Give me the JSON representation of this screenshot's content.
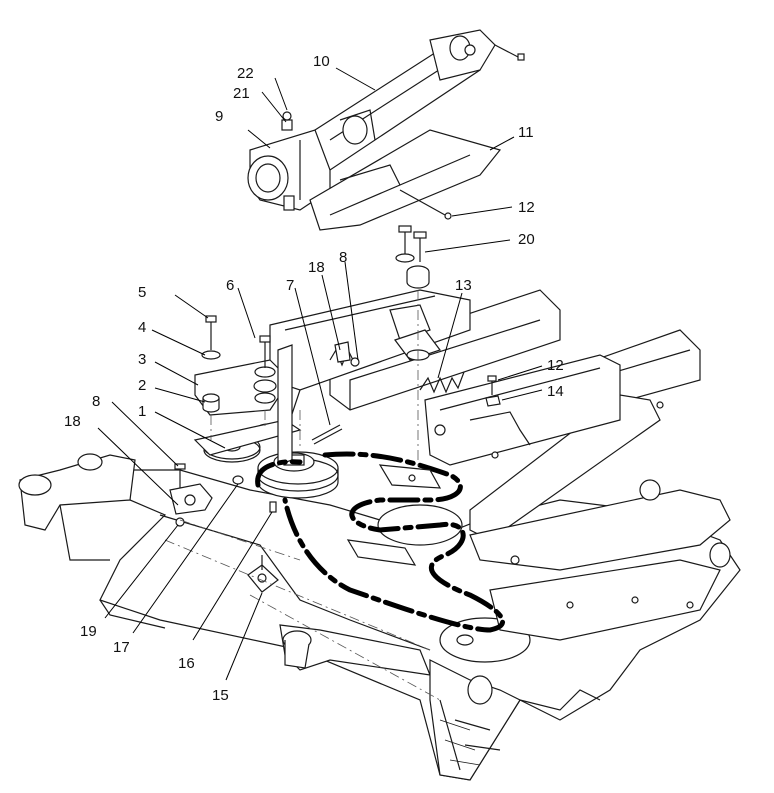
{
  "diagram": {
    "callouts": [
      {
        "id": "c1",
        "label": "1"
      },
      {
        "id": "c2",
        "label": "2"
      },
      {
        "id": "c3",
        "label": "3"
      },
      {
        "id": "c4",
        "label": "4"
      },
      {
        "id": "c5",
        "label": "5"
      },
      {
        "id": "c6",
        "label": "6"
      },
      {
        "id": "c7",
        "label": "7"
      },
      {
        "id": "c8a",
        "label": "8"
      },
      {
        "id": "c8b",
        "label": "8"
      },
      {
        "id": "c9",
        "label": "9"
      },
      {
        "id": "c10",
        "label": "10"
      },
      {
        "id": "c11",
        "label": "11"
      },
      {
        "id": "c12a",
        "label": "12"
      },
      {
        "id": "c12b",
        "label": "12"
      },
      {
        "id": "c13",
        "label": "13"
      },
      {
        "id": "c14",
        "label": "14"
      },
      {
        "id": "c15",
        "label": "15"
      },
      {
        "id": "c16",
        "label": "16"
      },
      {
        "id": "c17",
        "label": "17"
      },
      {
        "id": "c18a",
        "label": "18"
      },
      {
        "id": "c18b",
        "label": "18"
      },
      {
        "id": "c19",
        "label": "19"
      },
      {
        "id": "c20",
        "label": "20"
      },
      {
        "id": "c21",
        "label": "21"
      },
      {
        "id": "c22",
        "label": "22"
      }
    ]
  }
}
